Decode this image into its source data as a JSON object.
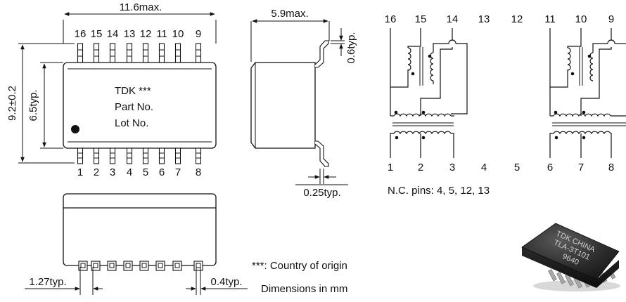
{
  "top_view": {
    "width_label": "11.6max.",
    "height_label": "9.2±0.2",
    "inner_height_label": "6.5typ.",
    "marking": [
      "TDK ***",
      "Part No.",
      "Lot No."
    ],
    "pins_top": [
      "16",
      "15",
      "14",
      "13",
      "12",
      "11",
      "10",
      "9"
    ],
    "pins_bottom": [
      "1",
      "2",
      "3",
      "4",
      "5",
      "6",
      "7",
      "8"
    ]
  },
  "side_view": {
    "width_label": "5.9max.",
    "lead_height_label": "0.6typ.",
    "lead_thickness_label": "0.25typ."
  },
  "front_view": {
    "pitch_label": "1.27typ.",
    "lead_width_label": "0.4typ."
  },
  "schematic": {
    "pins_top": [
      "16",
      "15",
      "14",
      "13",
      "12",
      "11",
      "10",
      "9"
    ],
    "pins_bottom": [
      "1",
      "2",
      "3",
      "4",
      "5",
      "6",
      "7",
      "8"
    ],
    "nc_note": "N.C. pins: 4, 5, 12, 13"
  },
  "notes": {
    "origin": "***: Country of origin",
    "units": "Dimensions in mm"
  },
  "photo": {
    "marking": [
      "TDK CHINA",
      "TLA-3T101",
      "9640"
    ]
  }
}
